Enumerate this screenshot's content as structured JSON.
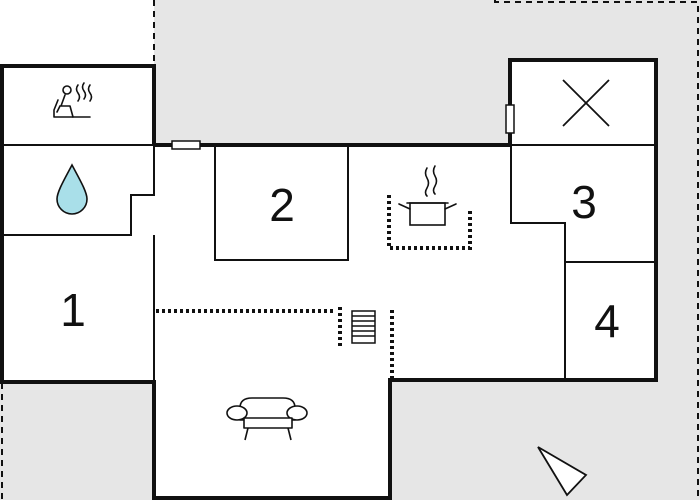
{
  "rooms": [
    {
      "id": "room-1",
      "label": "1"
    },
    {
      "id": "room-2",
      "label": "2"
    },
    {
      "id": "room-3",
      "label": "3"
    },
    {
      "id": "room-4",
      "label": "4"
    }
  ],
  "icons": {
    "sauna": "sauna-icon",
    "water": "water-drop-icon",
    "kitchen": "kitchen-pot-icon",
    "sofa": "sofa-icon",
    "stairs": "stairs-icon",
    "closed": "x-mark-icon",
    "north": "north-arrow-icon"
  },
  "colors": {
    "wall": "#111111",
    "terrace": "#e6e6e6",
    "water": "#a9dfe9",
    "floor": "#ffffff"
  }
}
